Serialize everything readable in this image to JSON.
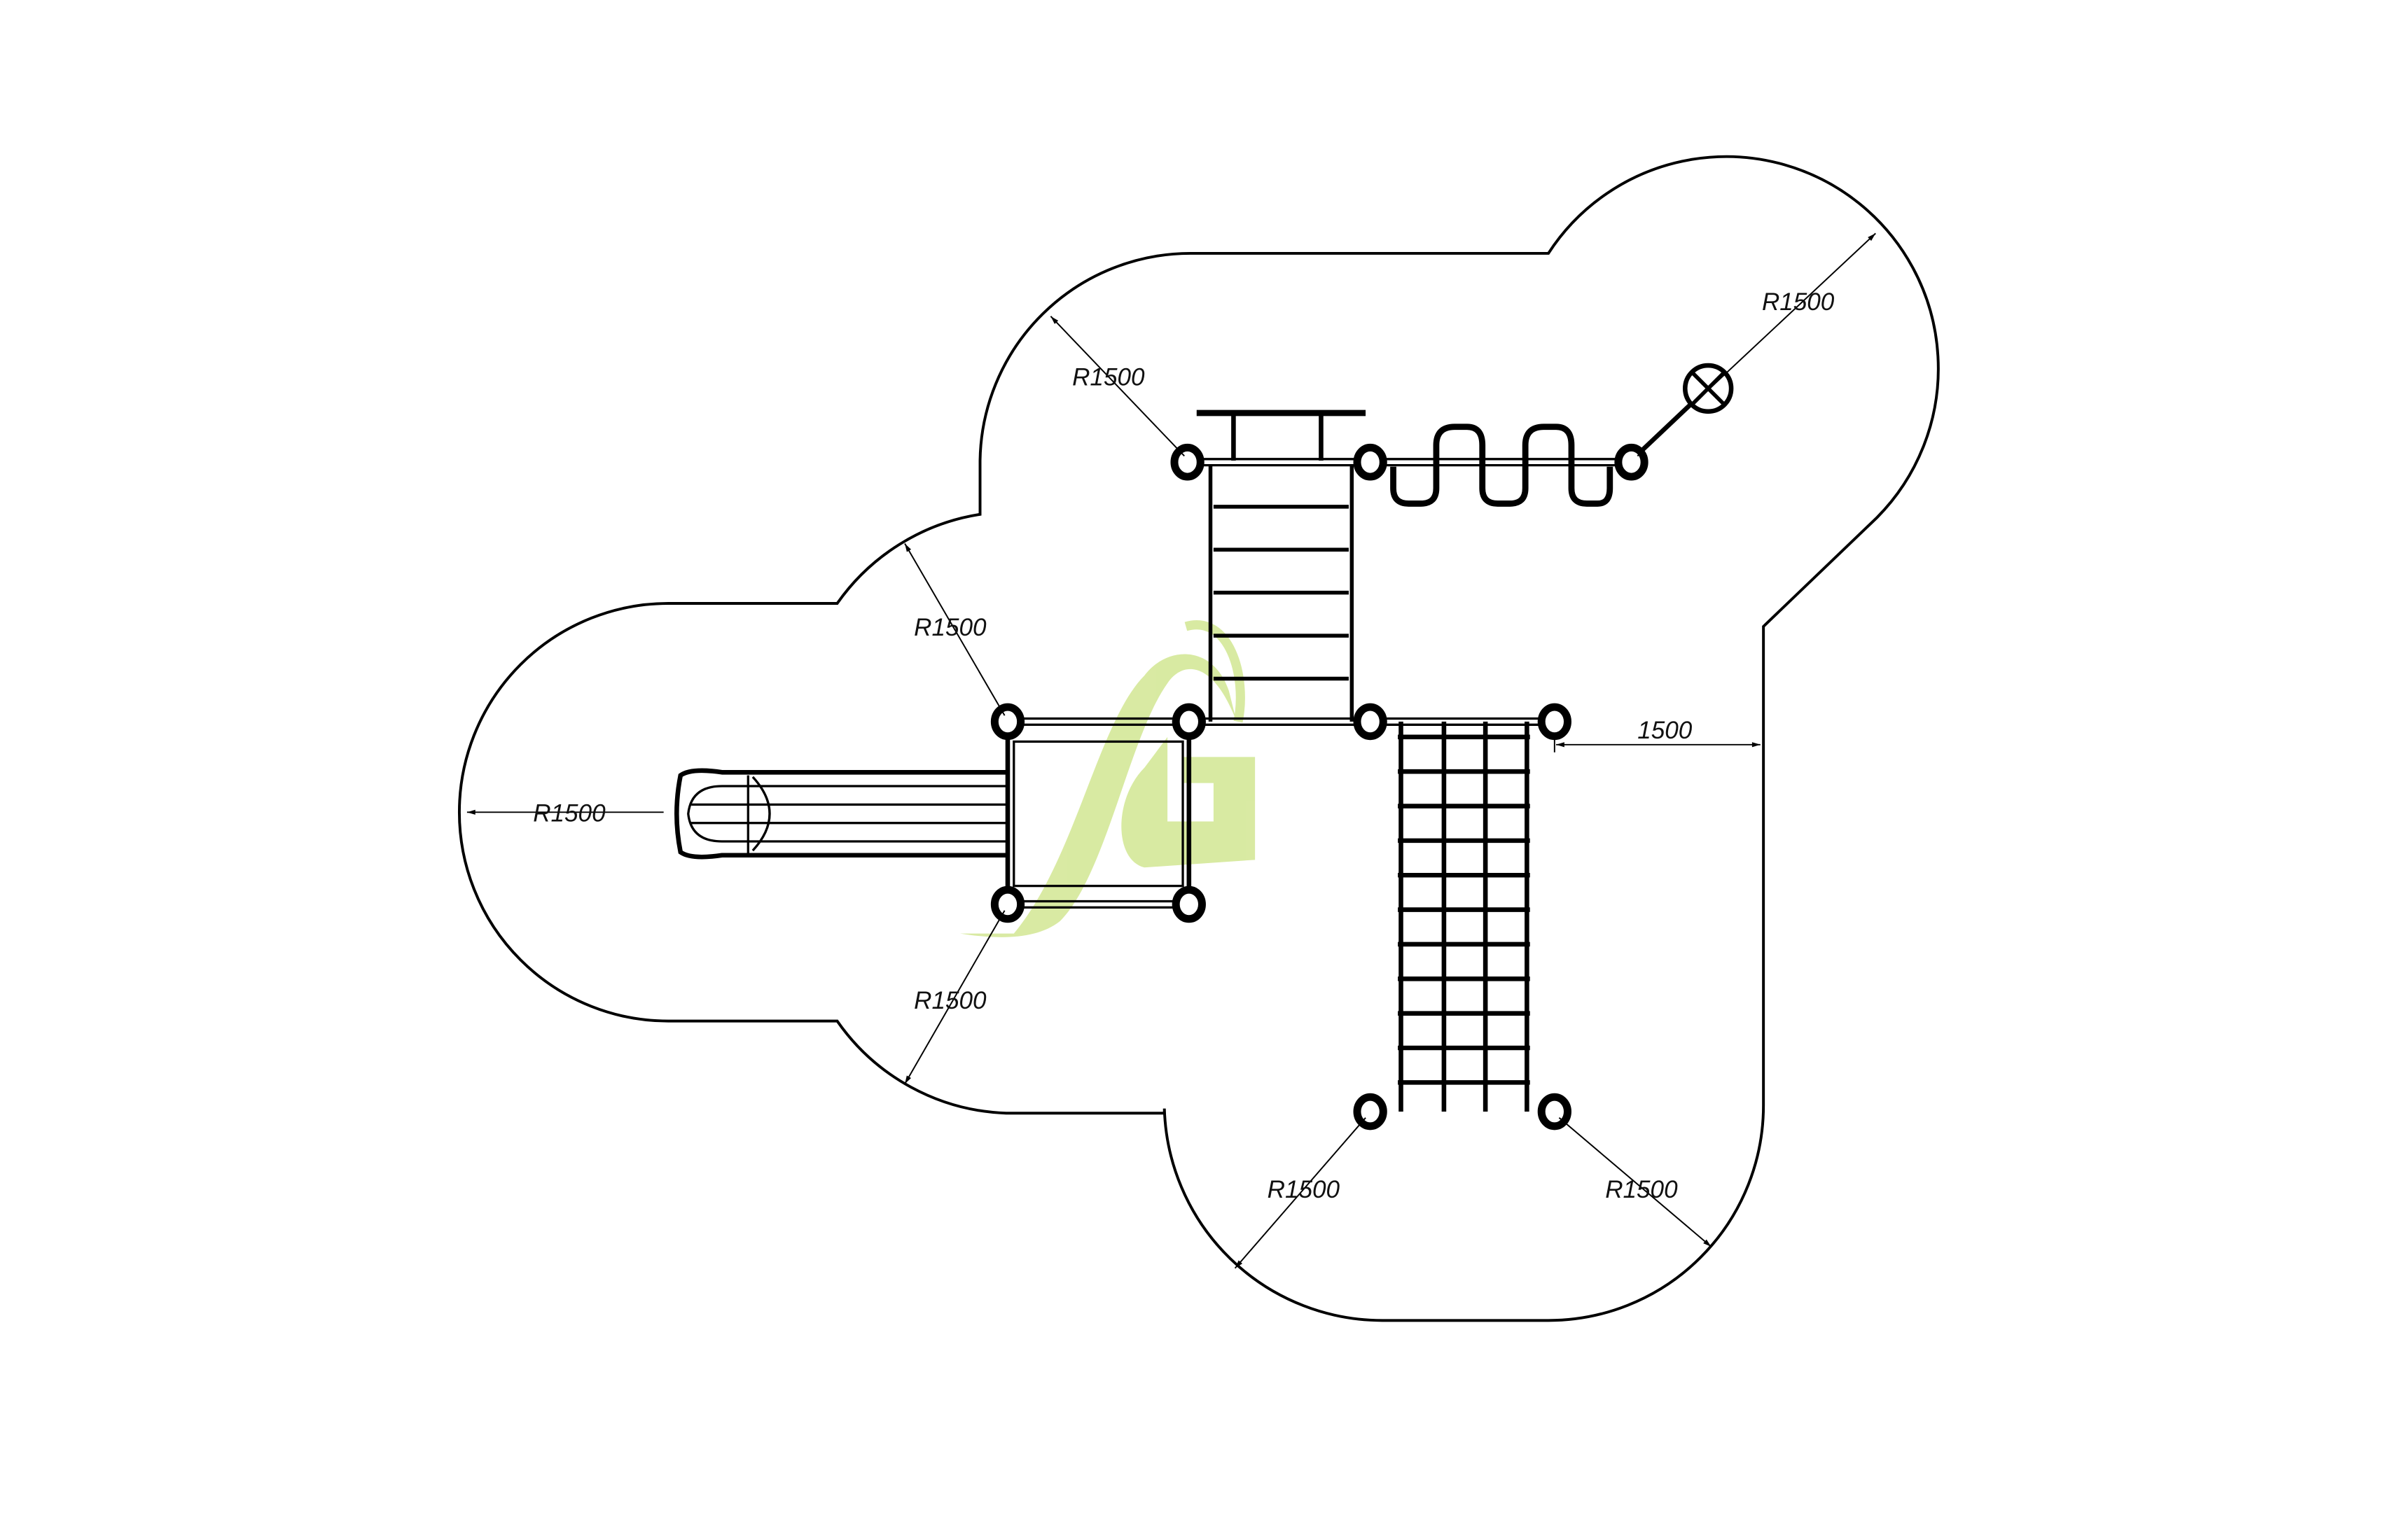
{
  "drawing": {
    "dimensions": {
      "r_top_left": "R1500",
      "r_top_right": "R1500",
      "r_mid_left": "R1500",
      "r_far_left": "R1500",
      "r_lower_left": "R1500",
      "r_bottom_left": "R1500",
      "r_bottom_right": "R1500",
      "clearance_right": "1500"
    },
    "watermark": {
      "text": "SG",
      "color": "#c8e07a"
    },
    "line_color": "#000000"
  }
}
